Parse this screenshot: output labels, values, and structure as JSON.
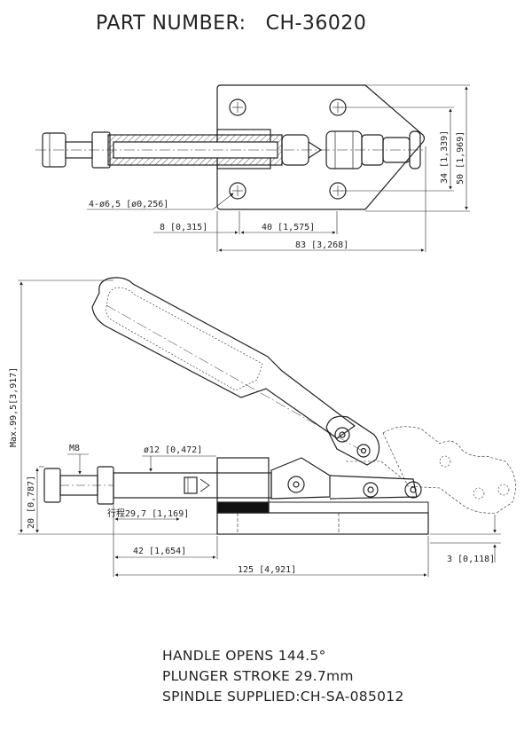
{
  "title": {
    "label": "PART NUMBER:",
    "value": "CH-36020"
  },
  "top_view": {
    "holes_note": "4-ø6,5 [ø0,256]",
    "dim_8": "8 [0,315]",
    "dim_40": "40 [1,575]",
    "dim_83": "83 [3,268]",
    "dim_34": "34 [1,339]",
    "dim_50": "50 [1,969]"
  },
  "side_view": {
    "dim_max_height": "Max.99,5[3,917]",
    "thread": "M8",
    "dim_dia12": "ø12 [0,472]",
    "dim_20": "20 [0,787]",
    "stroke_label": "行程29,7 [1,169]",
    "dim_42": "42 [1,654]",
    "dim_125": "125 [4,921]",
    "dim_3": "3 [0,118]"
  },
  "notes": {
    "handle_opens": "HANDLE OPENS 144.5°",
    "plunger_stroke": "PLUNGER STROKE  29.7mm",
    "spindle": "SPINDLE SUPPLIED:CH-SA-085012"
  }
}
